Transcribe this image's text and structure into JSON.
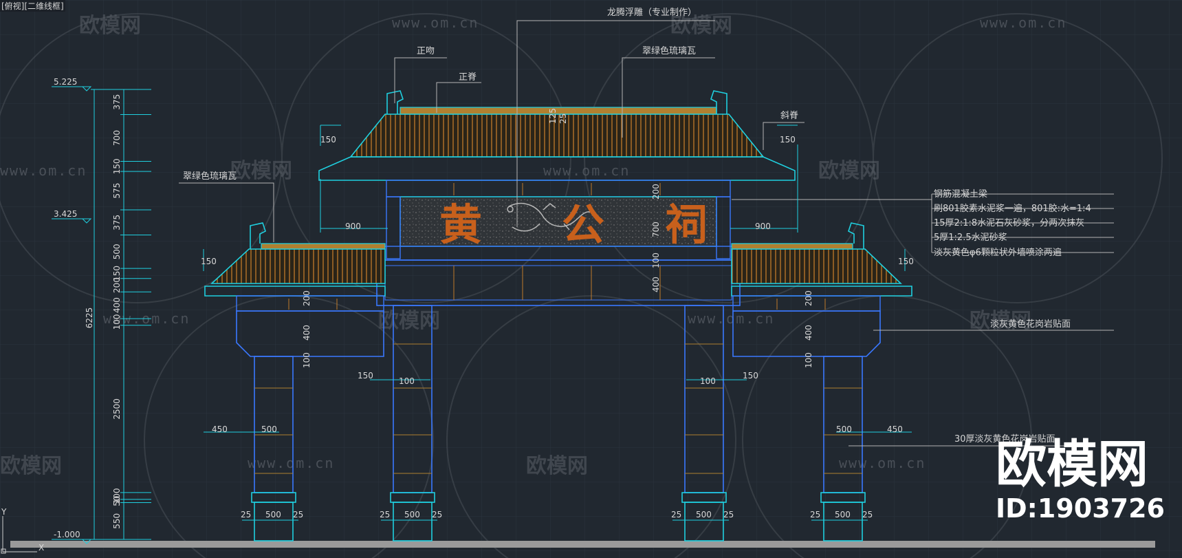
{
  "viewport_label": "[俯视][二维线框]",
  "plaque_chars": [
    "黄",
    "公",
    "祠"
  ],
  "callouts": {
    "zhengwen": "正吻",
    "zhengji": "正脊",
    "dragon": "龙腾浮雕（专业制作）",
    "glazed_tile_top": "翠绿色琉璃瓦",
    "xieji": "斜脊",
    "glazed_tile_left": "翠绿色琉璃瓦",
    "rc_beam": "钢筋混凝土梁",
    "paint_1": "刷801胶素水泥浆一遍，801胶:水=1:4",
    "paint_2": "15厚2:1:8水泥石灰砂浆，分两次抹灰",
    "paint_3": "5厚1:2.5水泥砂浆",
    "paint_4": "淡灰黄色φ6颗粒状外墙喷涂两遍",
    "granite_1": "淡灰黄色花岗岩贴面",
    "granite_2": "30厚淡灰黄色花岗岩贴面"
  },
  "levels": {
    "top": "5.225",
    "mid": "3.425",
    "bottom": "-1.000"
  },
  "left_dims": [
    "375",
    "700",
    "150",
    "575",
    "375",
    "500",
    "150",
    "200",
    "400",
    "100",
    "2500",
    "100",
    "50",
    "550"
  ],
  "total_height": "6225",
  "dims": {
    "d150": "150",
    "d900": "900",
    "d100": "100",
    "d25": "25",
    "d200": "200",
    "d700": "700",
    "d450": "450",
    "d500": "500",
    "d400": "400",
    "d125": "125"
  },
  "axis": {
    "y": "Y",
    "x": "X"
  },
  "watermark": {
    "brand": "欧模网",
    "url": "www.om.cn",
    "id": "ID:1903726"
  },
  "colors": {
    "background": "#212830",
    "outline": "#1fd0e0",
    "blue": "#3a78ff",
    "tile": "#c07a2a",
    "plaque_text": "#c8601c"
  }
}
